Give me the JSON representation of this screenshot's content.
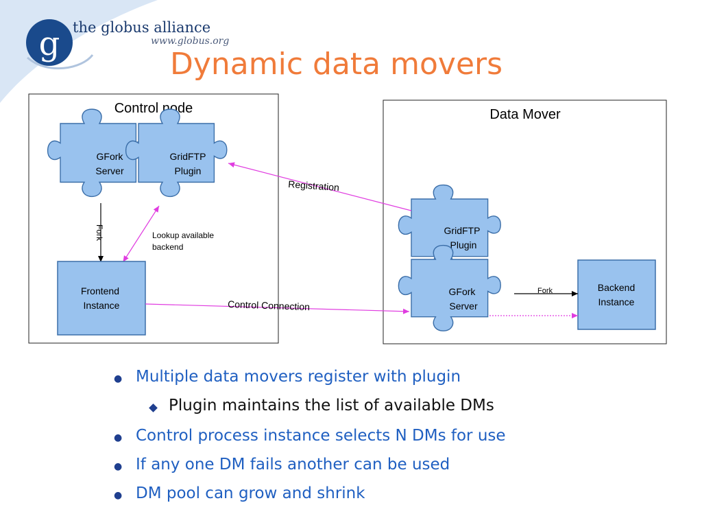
{
  "logo": {
    "letter": "g",
    "brand": "the globus alliance",
    "url": "www.globus.org"
  },
  "title": "Dynamic data movers",
  "diagram": {
    "control_node": {
      "label": "Control node",
      "gfork": [
        "GFork",
        "Server"
      ],
      "gridftp": [
        "GridFTP",
        "Plugin"
      ],
      "fork_label": "Fork",
      "lookup": [
        "Lookup available",
        "backend"
      ],
      "frontend": [
        "Frontend",
        "Instance"
      ]
    },
    "data_mover": {
      "label": "Data Mover",
      "gridftp": [
        "GridFTP",
        "Plugin"
      ],
      "gfork": [
        "GFork",
        "Server"
      ],
      "fork_label": "Fork",
      "backend": [
        "Backend",
        "Instance"
      ]
    },
    "registration_label": "Registration",
    "control_connection_label": "Control Connection"
  },
  "bullets": [
    {
      "level": 1,
      "text": "Multiple data movers register with plugin"
    },
    {
      "level": 2,
      "text": "Plugin maintains the list of available DMs"
    },
    {
      "level": 1,
      "text": "Control process instance selects N DMs for use"
    },
    {
      "level": 1,
      "text": "If any one DM fails another can be used"
    },
    {
      "level": 1,
      "text": "DM pool can grow and shrink"
    }
  ],
  "colors": {
    "title": "#f07b3a",
    "piece_fill": "#99c2ee",
    "arrow_magenta": "#e03ce0",
    "bullet_blue": "#1f5fc1"
  }
}
